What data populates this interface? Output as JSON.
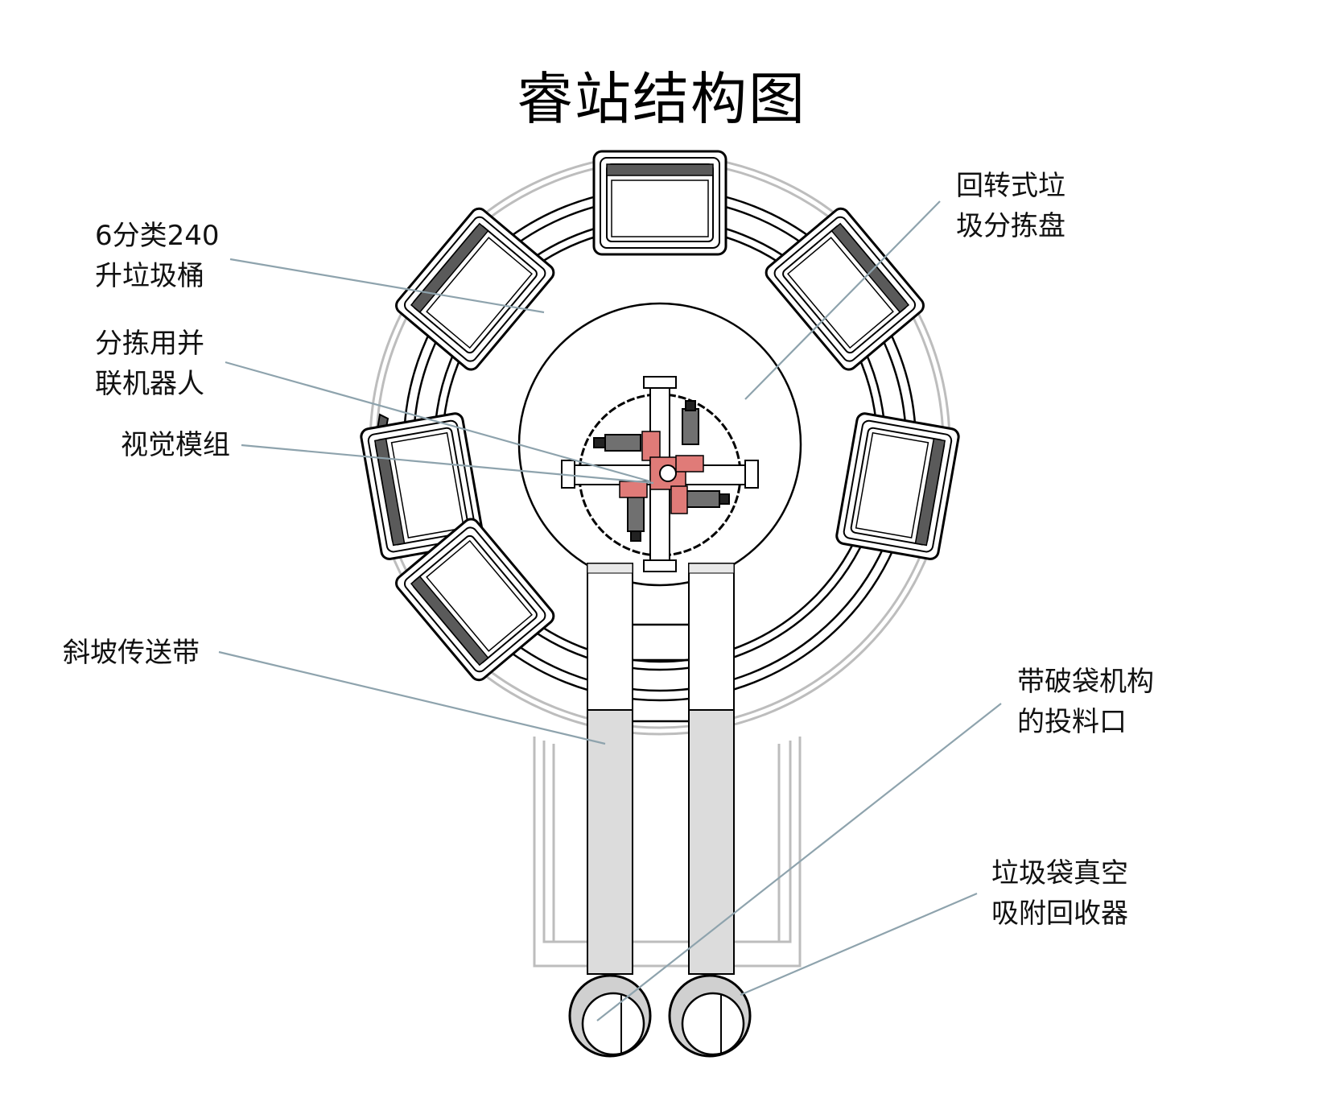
{
  "title": "睿站结构图",
  "colors": {
    "leader_line": "#8ea3ad",
    "outline": "#000000",
    "ghost_outline": "#b5b5b5",
    "conveyor_fill": "#dcdcdc",
    "bin_handle": "#5a5a5a",
    "robot_red": "#e07b78"
  },
  "labels": [
    {
      "id": "bins",
      "lines": [
        "6分类240",
        "升垃圾桶"
      ]
    },
    {
      "id": "robot",
      "lines": [
        "分拣用并",
        "联机器人"
      ]
    },
    {
      "id": "vision",
      "lines": [
        "视觉模组"
      ]
    },
    {
      "id": "conveyor",
      "lines": [
        "斜坡传送带"
      ]
    },
    {
      "id": "disc",
      "lines": [
        "回转式垃",
        "圾分拣盘"
      ]
    },
    {
      "id": "feeder",
      "lines": [
        "带破袋机构",
        "的投料口"
      ]
    },
    {
      "id": "vacuum",
      "lines": [
        "垃圾袋真空",
        "吸附回收器"
      ]
    }
  ],
  "components": {
    "bin_count": 6
  }
}
